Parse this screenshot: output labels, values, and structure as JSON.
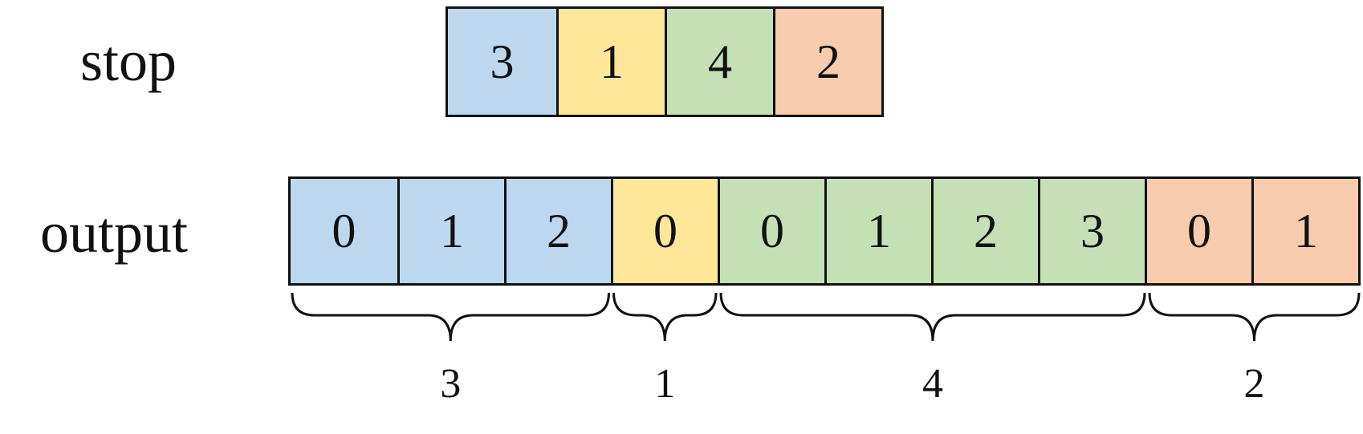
{
  "colors": {
    "blue": "#bdd7ee",
    "yellow": "#ffe699",
    "green": "#c5e0b4",
    "orange": "#f8cbad",
    "stroke": "#111111"
  },
  "labels": {
    "stop": "stop",
    "output": "output"
  },
  "stop": [
    {
      "value": "3",
      "color": "blue"
    },
    {
      "value": "1",
      "color": "yellow"
    },
    {
      "value": "4",
      "color": "green"
    },
    {
      "value": "2",
      "color": "orange"
    }
  ],
  "output": [
    {
      "value": "0",
      "color": "blue"
    },
    {
      "value": "1",
      "color": "blue"
    },
    {
      "value": "2",
      "color": "blue"
    },
    {
      "value": "0",
      "color": "yellow"
    },
    {
      "value": "0",
      "color": "green"
    },
    {
      "value": "1",
      "color": "green"
    },
    {
      "value": "2",
      "color": "green"
    },
    {
      "value": "3",
      "color": "green"
    },
    {
      "value": "0",
      "color": "orange"
    },
    {
      "value": "1",
      "color": "orange"
    }
  ],
  "groups": [
    {
      "label": "3",
      "count": 3
    },
    {
      "label": "1",
      "count": 1
    },
    {
      "label": "4",
      "count": 4
    },
    {
      "label": "2",
      "count": 2
    }
  ]
}
